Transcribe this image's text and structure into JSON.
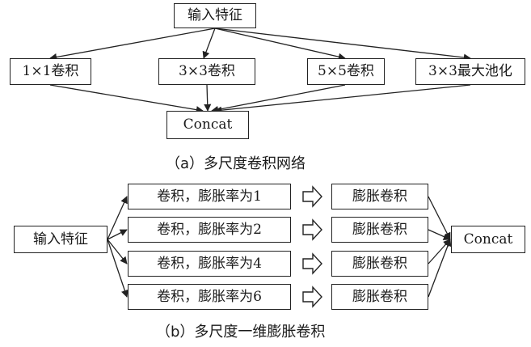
{
  "panel_a": {
    "input": "输入特征",
    "branches": [
      "1×1卷积",
      "3×3卷积",
      "5×5卷积",
      "3×3最大池化"
    ],
    "output": "Concat",
    "caption": "（a）多尺度卷积网络"
  },
  "panel_b": {
    "input": "输入特征",
    "convs": [
      "卷积，膨胀率为1",
      "卷积，膨胀率为2",
      "卷积，膨胀率为4",
      "卷积，膨胀率为6"
    ],
    "dilated": [
      "膨胀卷积",
      "膨胀卷积",
      "膨胀卷积",
      "膨胀卷积"
    ],
    "output": "Concat",
    "caption": "（b）多尺度一维膨胀卷积"
  }
}
